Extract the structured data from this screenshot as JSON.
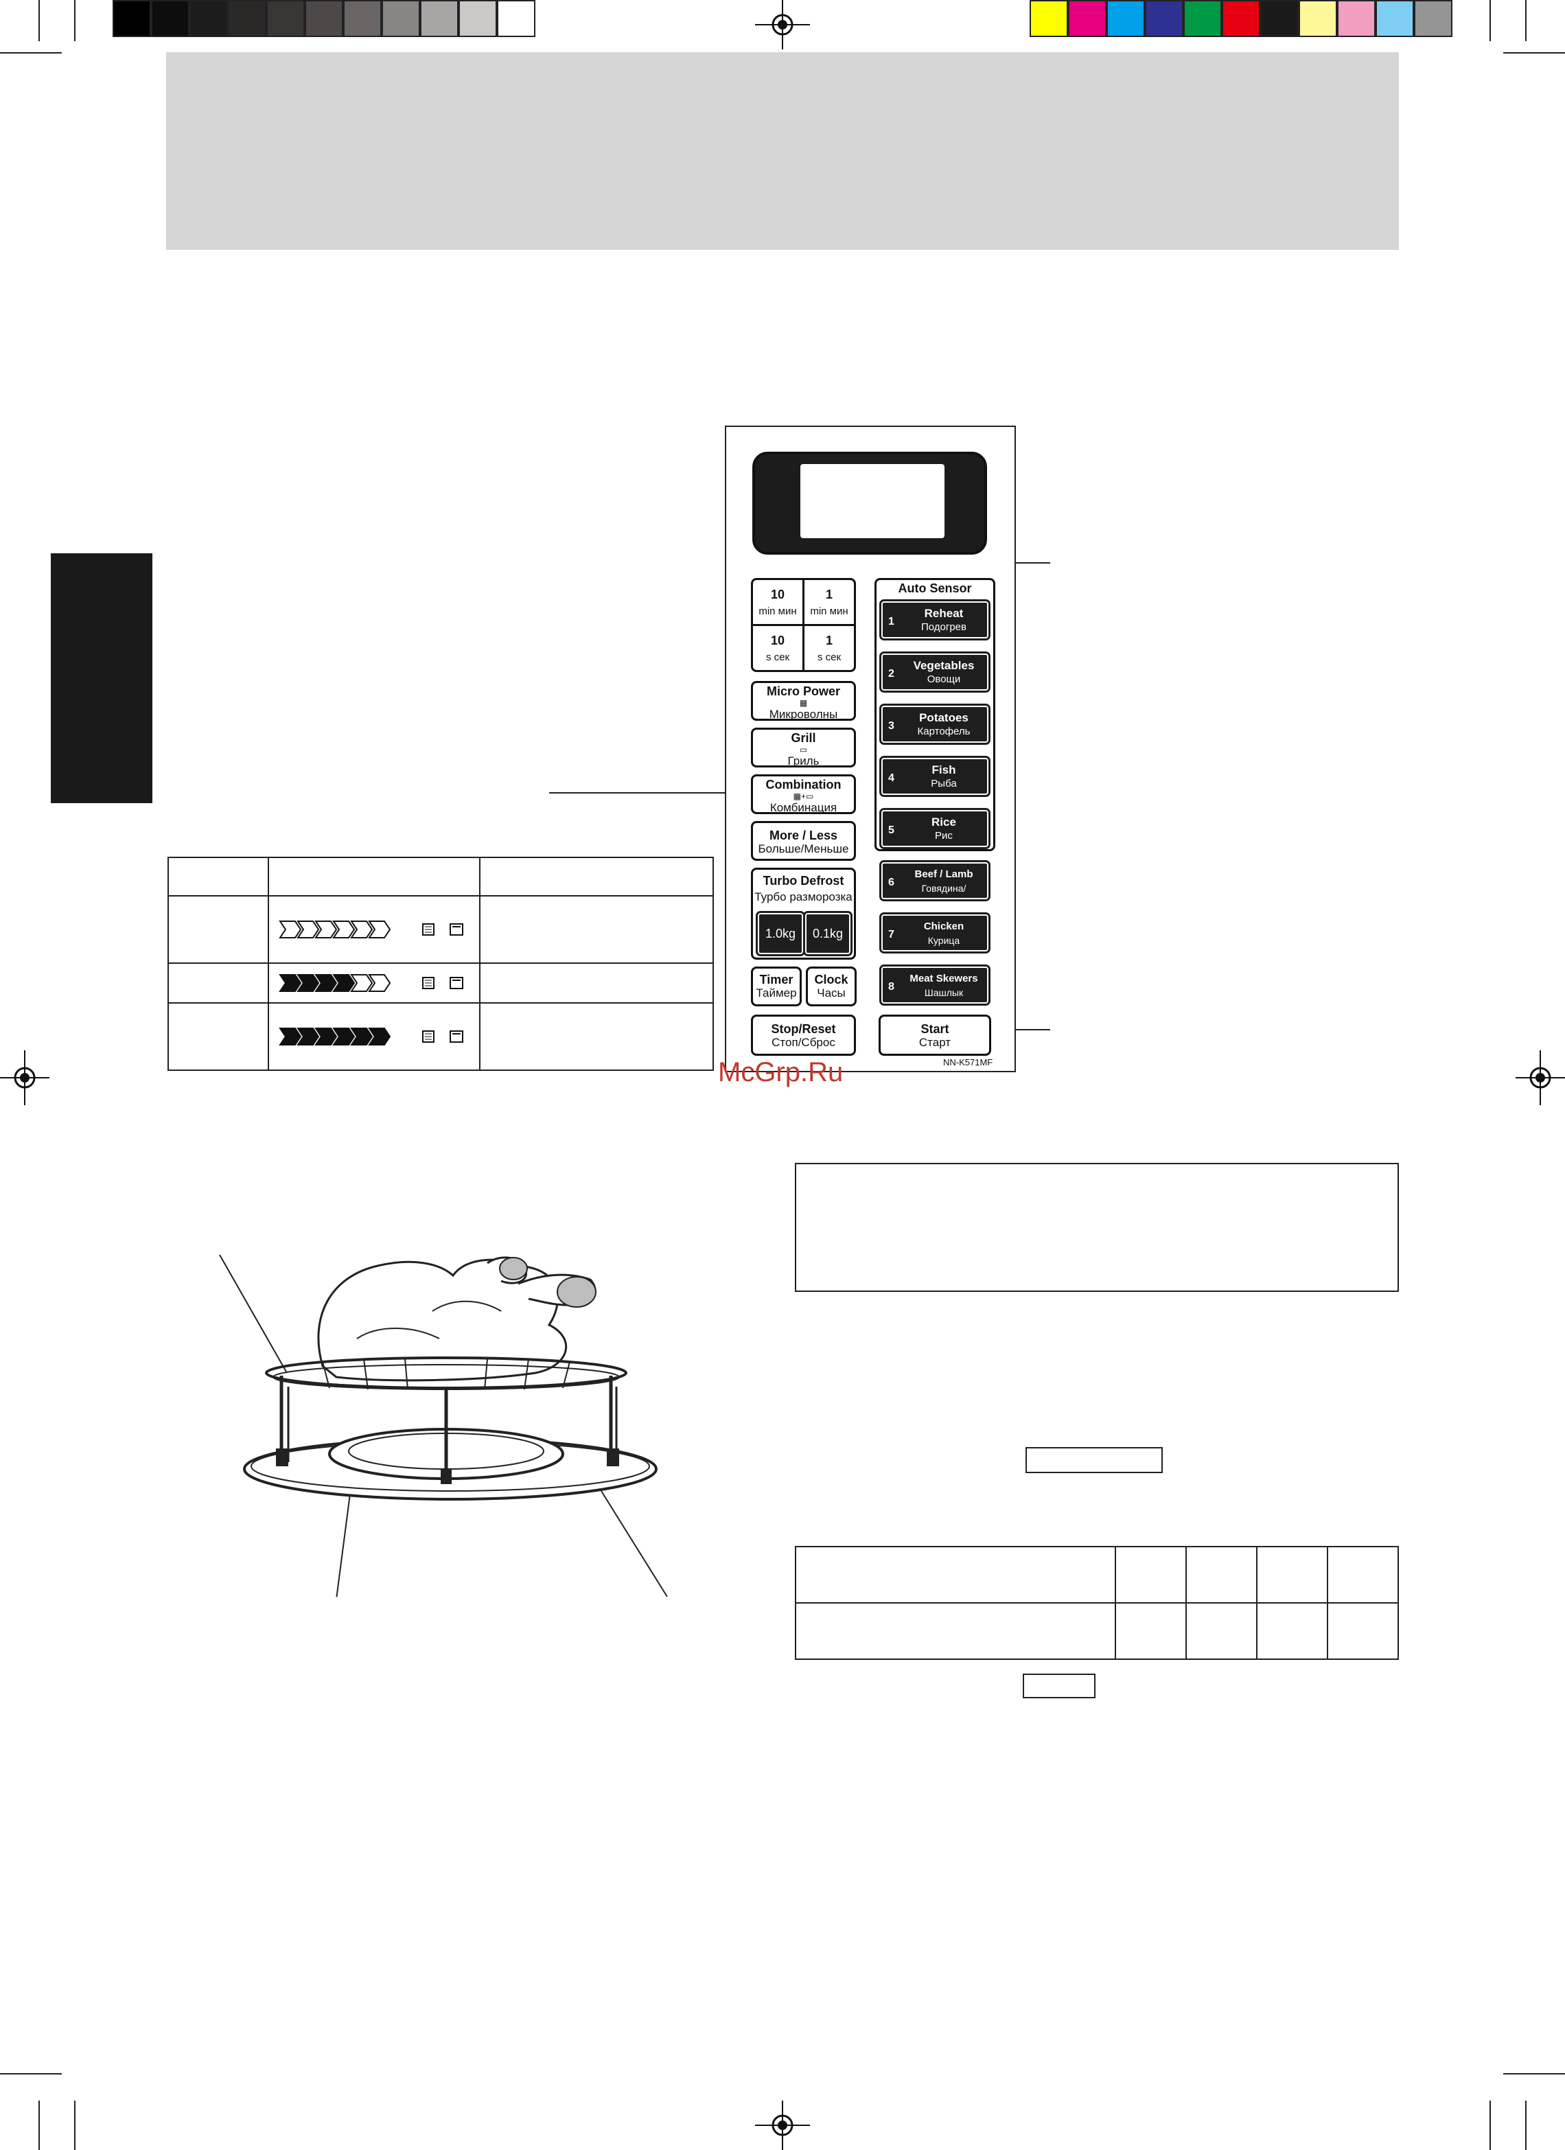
{
  "print_marks": {
    "gray_swatches": [
      "#000000",
      "#0d0d0d",
      "#1c1c1c",
      "#2b2828",
      "#3a3535",
      "#4e4848",
      "#6a6464",
      "#8a8585",
      "#aaa5a5",
      "#cdc8c8",
      "#ffffff"
    ],
    "color_swatches": [
      "#ffff00",
      "#e6007e",
      "#00a0e9",
      "#2e3192",
      "#009944",
      "#e60012",
      "#1a1a1a",
      "#fff799",
      "#f19ec2",
      "#7ecef4",
      "#959595"
    ]
  },
  "panel": {
    "keys": {
      "ten_min": {
        "num": "10",
        "unit": "min мин"
      },
      "one_min": {
        "num": "1",
        "unit": "min мин"
      },
      "ten_sec": {
        "num": "10",
        "unit": "s сек"
      },
      "one_sec": {
        "num": "1",
        "unit": "s сек"
      },
      "micro_power": {
        "en": "Micro Power",
        "ru": "Микроволны"
      },
      "grill": {
        "en": "Grill",
        "ru": "Гриль"
      },
      "combination": {
        "en": "Combination",
        "ru": "Комбинация"
      },
      "more_less": {
        "en": "More / Less",
        "ru": "Больше/Меньше"
      },
      "turbo_defrost": {
        "en": "Turbo Defrost",
        "ru": "Турбо разморозка",
        "w1": "1.0kg",
        "w2": "0.1kg"
      },
      "timer": {
        "en": "Timer",
        "ru": "Таймер"
      },
      "clock": {
        "en": "Clock",
        "ru": "Часы"
      },
      "stop_reset": {
        "en": "Stop/Reset",
        "ru": "Стоп/Сброс"
      },
      "start": {
        "en": "Start",
        "ru": "Старт"
      }
    },
    "auto_sensor": {
      "title": "Auto Sensor",
      "items": [
        {
          "n": "1",
          "en": "Reheat",
          "ru": "Подогрев"
        },
        {
          "n": "2",
          "en": "Vegetables",
          "ru": "Овощи"
        },
        {
          "n": "3",
          "en": "Potatoes",
          "ru": "Картофель"
        },
        {
          "n": "4",
          "en": "Fish",
          "ru": "Рыба"
        },
        {
          "n": "5",
          "en": "Rice",
          "ru": "Рис"
        }
      ]
    },
    "programs": [
      {
        "n": "6",
        "en": "Beef / Lamb",
        "ru": "Говядина/Баранина"
      },
      {
        "n": "7",
        "en": "Chicken",
        "ru": "Курица"
      },
      {
        "n": "8",
        "en": "Meat Skewers",
        "ru": "Шашлык"
      }
    ],
    "model": "NN-K571MF"
  },
  "watermark": "McGrp.Ru",
  "combination_table": {
    "levels": [
      {
        "filled": 0
      },
      {
        "filled": 4
      },
      {
        "filled": 6
      }
    ]
  }
}
